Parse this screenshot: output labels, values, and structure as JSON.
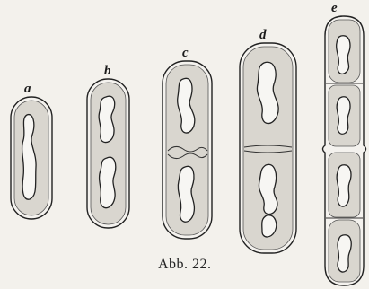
{
  "figure": {
    "caption": "Abb. 22.",
    "panels": [
      {
        "label": "a"
      },
      {
        "label": "b"
      },
      {
        "label": "c"
      },
      {
        "label": "d"
      },
      {
        "label": "e"
      }
    ]
  },
  "colors": {
    "paper": "#f3f1ec",
    "cytoplasm": "#d9d6cf",
    "ink": "#222222"
  }
}
